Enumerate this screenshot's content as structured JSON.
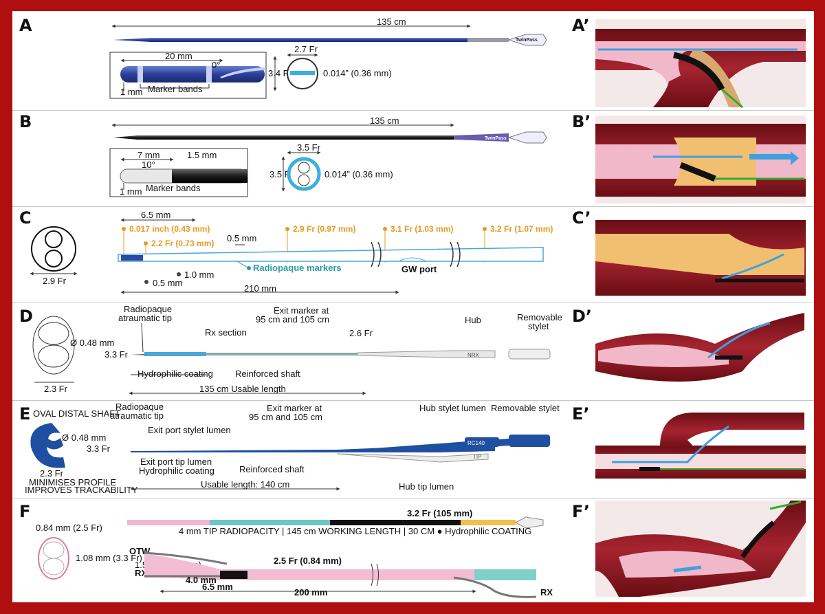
{
  "panels": {
    "A": {
      "letter": "A",
      "prime": "A’",
      "length": "135 cm",
      "detail_length": "20 mm",
      "angle": "0°",
      "tip_len": "1 mm",
      "markers": "Marker bands",
      "cross_outer": "3.4 Fr",
      "cross_inner": "2.7 Fr",
      "wire": "0.014” (0.36 mm)",
      "brand": "TwinPass"
    },
    "B": {
      "letter": "B",
      "prime": "B’",
      "length": "135 cm",
      "d7": "7 mm",
      "d15": "1.5 mm",
      "angle": "10°",
      "tip_len": "1 mm",
      "markers": "Marker bands",
      "cross_outer": "3.5 Fr",
      "cross_top": "3.5 Fr",
      "wire": "0.014” (0.36 mm)",
      "brand": "TwinPass"
    },
    "C": {
      "letter": "C",
      "prime": "C’",
      "cross": "2.9 Fr",
      "d65": "6.5 mm",
      "p1": "0.017 inch (0.43 mm)",
      "p2": "2.2 Fr (0.73 mm)",
      "p3": "2.9 Fr (0.97 mm)",
      "p4": "3.1 Fr (1.03 mm)",
      "p5": "3.2 Fr (1.07 mm)",
      "d05top": "0.5 mm",
      "markers": "Radiopaque markers",
      "gw": "GW port",
      "d10": "1.0 mm",
      "d05": "0.5 mm",
      "d210": "210 mm"
    },
    "D": {
      "letter": "D",
      "prime": "D’",
      "tip": [
        "Radiopaque",
        "atraumatic tip"
      ],
      "rx": "Rx section",
      "exit": [
        "Exit marker at",
        "95 cm and 105 cm"
      ],
      "fr26": "2.6 Fr",
      "hub": "Hub",
      "stylet": [
        "Removable",
        "stylet"
      ],
      "diam": "Ø 0.48 mm",
      "outer": "3.3 Fr",
      "width": "2.3 Fr",
      "coating": "Hydrophilic coating",
      "shaft": "Reinforced shaft",
      "usable": "135 cm Usable length",
      "hub_label": "NRX"
    },
    "E": {
      "letter": "E",
      "prime": "E’",
      "tip": [
        "Radiopaque",
        "atraumatic tip"
      ],
      "exit": [
        "Exit marker at",
        "95 cm and 105 cm"
      ],
      "hub_stylet": "Hub stylet lumen",
      "stylet": "Removable stylet",
      "oval": "OVAL DISTAL SHAFT",
      "port_stylet": "Exit port stylet lumen",
      "diam": "Ø 0.48 mm",
      "outer": "3.3 Fr",
      "port_tip": "Exit port tip lumen",
      "coating": "Hydrophilic coating",
      "shaft": "Reinforced shaft",
      "width": "2.3 Fr",
      "min": [
        "MINIMISES PROFILE",
        "IMPROVES TRACKABILITY"
      ],
      "usable": "Usable length: 140 cm",
      "hub_tip": "Hub tip lumen",
      "brand1": "RC140",
      "brand2": "TIP"
    },
    "F": {
      "letter": "F",
      "prime": "F’",
      "width": "0.84 mm (2.5 Fr)",
      "height": "1.08 mm (3.3 Fr)",
      "top_fr": "3.2 Fr (105 mm)",
      "spec": "4 mm TIP RADIOPACITY | 145 cm WORKING LENGTH | 30 CM ● Hydrophilic COATING",
      "otw": "OTW",
      "fr15": "1.5 Fr (0.50 mm)",
      "rx": "RX",
      "fr25": "2.5 Fr (0.84 mm)",
      "d40": "4.0 mm",
      "d65": "6.5 mm",
      "d200": "200 mm",
      "rx2": "RX"
    }
  },
  "colors": {
    "frame": "#b00f10",
    "catheter_blue": "#2a3f9a",
    "orange_label": "#e69a22",
    "teal": "#2c9aa0",
    "vessel": "#8a1a22",
    "plaque": "#f0c070",
    "arrow_blue": "#3fa0e0"
  }
}
